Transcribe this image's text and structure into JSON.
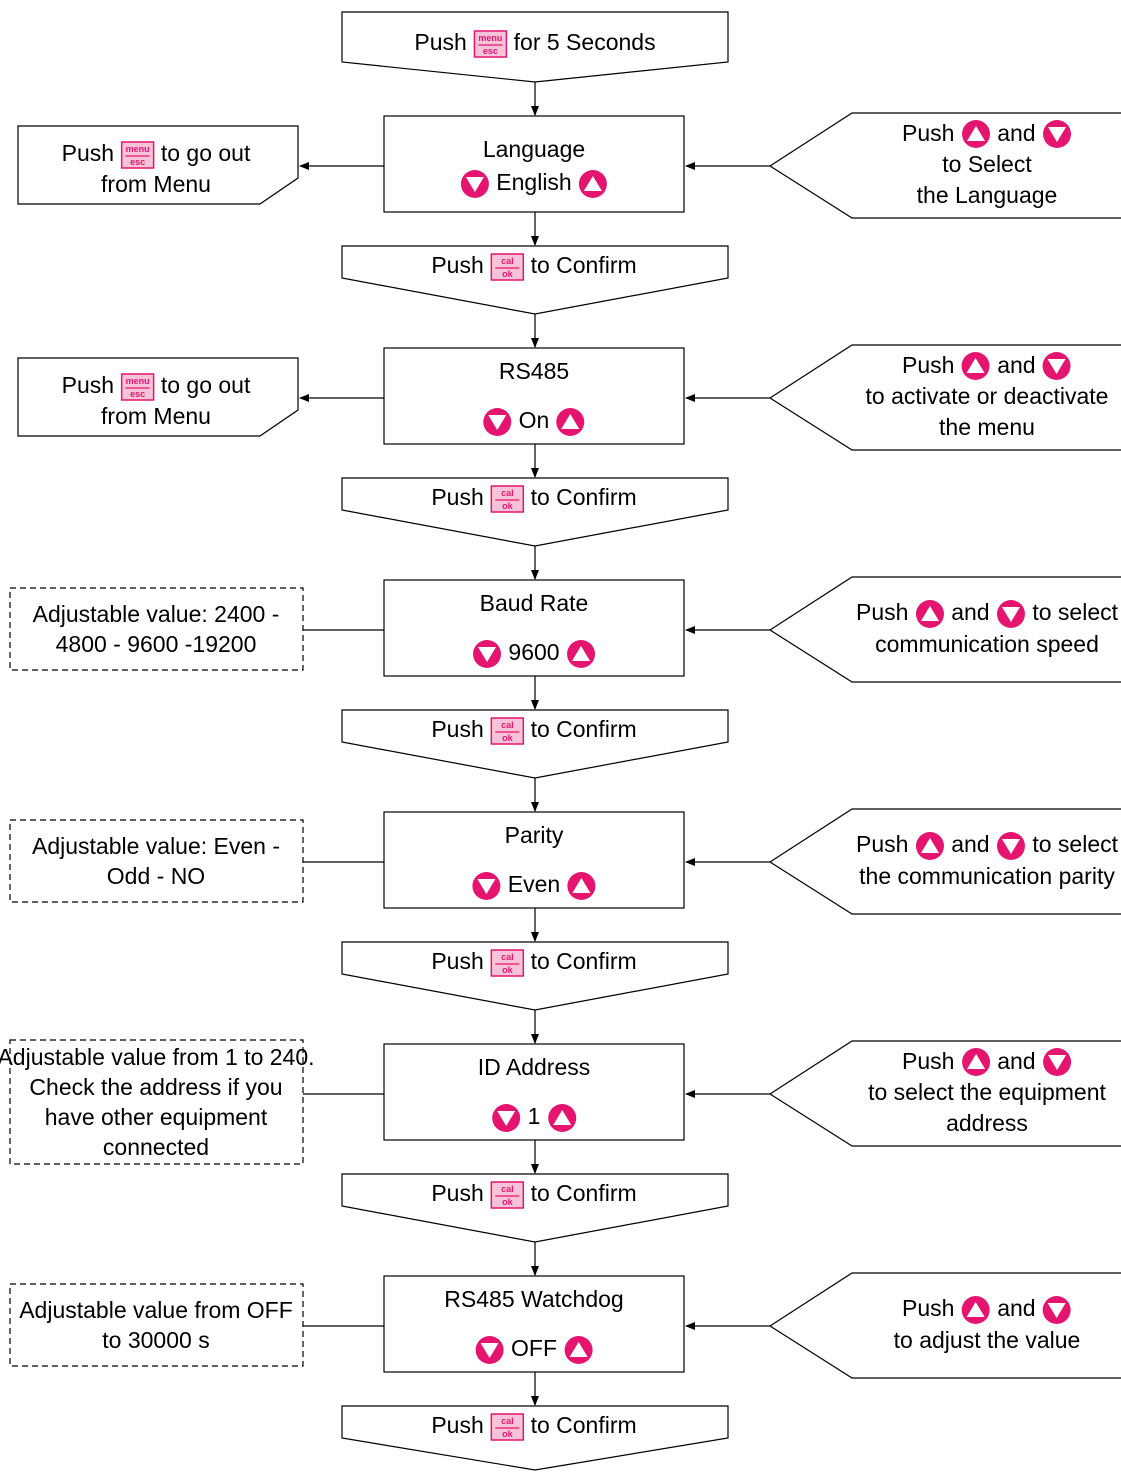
{
  "colors": {
    "accent": "#e5156f",
    "key_fill": "#f6c3d8",
    "triangle": "#ffffff"
  },
  "keys": {
    "menu_top": "menu",
    "menu_bottom": "esc",
    "cal_top": "cal",
    "cal_bottom": "ok"
  },
  "start": {
    "prefix": "Push",
    "suffix": "for 5 Seconds"
  },
  "confirm": {
    "prefix": "Push",
    "suffix": "to Confirm"
  },
  "exit_note": {
    "line1_prefix": "Push",
    "line1_suffix": "to go out",
    "line2": "from Menu"
  },
  "steps": [
    {
      "title": "Language",
      "value": "English",
      "right": {
        "line1_prefix": "Push",
        "line1_mid": "and",
        "line1_suffix": "",
        "line2": "to Select",
        "line3": "the Language"
      }
    },
    {
      "title": "RS485",
      "value": "On",
      "right": {
        "line1_prefix": "Push",
        "line1_mid": "and",
        "line1_suffix": "",
        "line2": "to activate or deactivate",
        "line3": "the menu"
      }
    },
    {
      "title": "Baud Rate",
      "value": "9600",
      "left": [
        "Adjustable value: 2400 -",
        "4800 - 9600 -19200"
      ],
      "right": {
        "line1_prefix": "Push",
        "line1_mid": "and",
        "line1_suffix": "to select",
        "line2": "communication speed",
        "line3": ""
      }
    },
    {
      "title": "Parity",
      "value": "Even",
      "left": [
        "Adjustable value: Even -",
        "Odd - NO"
      ],
      "right": {
        "line1_prefix": "Push",
        "line1_mid": "and",
        "line1_suffix": "to select",
        "line2": "the communication parity",
        "line3": ""
      }
    },
    {
      "title": "ID Address",
      "value": "1",
      "left": [
        "Adjustable value from 1 to 240.",
        "Check the address if you",
        "have other equipment",
        "connected"
      ],
      "right": {
        "line1_prefix": "Push",
        "line1_mid": "and",
        "line1_suffix": "",
        "line2": "to select the equipment",
        "line3": "address"
      }
    },
    {
      "title": "RS485 Watchdog",
      "value": "OFF",
      "left": [
        "Adjustable value from OFF",
        "to 30000 s"
      ],
      "right": {
        "line1_prefix": "Push",
        "line1_mid": "and",
        "line1_suffix": "",
        "line2": "to adjust the value",
        "line3": ""
      }
    }
  ]
}
